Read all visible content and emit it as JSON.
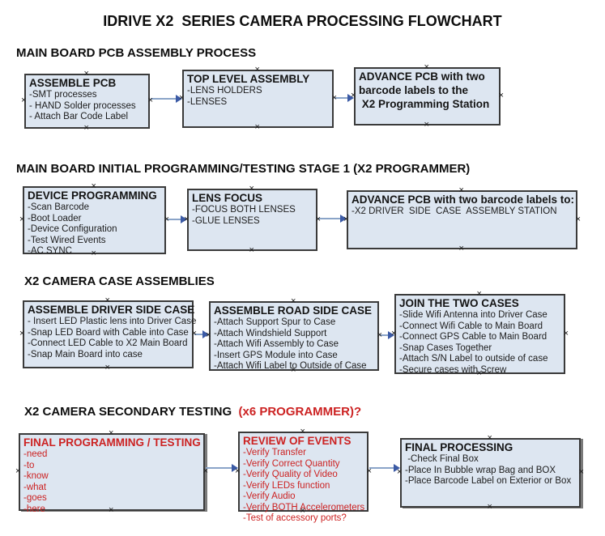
{
  "title": "IDRIVE X2  SERIES CAMERA PROCESSING FLOWCHART",
  "colors": {
    "box_fill": "#dde6f1",
    "box_border": "#3a3a3a",
    "arrow_shaft": "#8aa4c8",
    "arrow_head": "#3b5aa5",
    "red_text": "#cc2222"
  },
  "sections": [
    {
      "header": "MAIN BOARD PCB ASSEMBLY PROCESS",
      "boxes": [
        {
          "title": "ASSEMBLE PCB",
          "items": [
            "-SMT processes",
            "- HAND Solder processes",
            "- Attach Bar Code Label"
          ]
        },
        {
          "title": "TOP LEVEL ASSEMBLY",
          "items": [
            "-LENS HOLDERS",
            "-LENSES"
          ]
        },
        {
          "title": "ADVANCE PCB with two\nbarcode labels to the\n X2 Programming Station",
          "items": []
        }
      ]
    },
    {
      "header": "MAIN BOARD INITIAL PROGRAMMING/TESTING STAGE 1 (X2 PROGRAMMER)",
      "boxes": [
        {
          "title": "DEVICE PROGRAMMING",
          "items": [
            "-Scan Barcode",
            "-Boot Loader",
            "-Device Configuration",
            "-Test Wired Events",
            "-AC SYNC"
          ]
        },
        {
          "title": "LENS FOCUS",
          "items": [
            "-FOCUS BOTH LENSES",
            "-GLUE LENSES"
          ]
        },
        {
          "title": "ADVANCE PCB with two barcode labels to:",
          "items": [
            "-X2 DRIVER  SIDE  CASE  ASSEMBLY STATION"
          ]
        }
      ]
    },
    {
      "header": "X2 CAMERA CASE ASSEMBLIES",
      "boxes": [
        {
          "title": "ASSEMBLE DRIVER SIDE CASE",
          "items": [
            "- Insert LED Plastic lens into Driver Case",
            "-Snap LED Board with Cable into Case",
            "-Connect LED Cable to X2 Main Board",
            "-Snap Main Board into case"
          ]
        },
        {
          "title": "ASSEMBLE ROAD SIDE CASE",
          "items": [
            "-Attach Support Spur to Case",
            "-Attach Windshield Support",
            "-Attach Wifi Assembly to Case",
            "-Insert GPS Module into Case",
            "-Attach Wifi Label to Outside of Case"
          ]
        },
        {
          "title": "JOIN THE TWO CASES",
          "items": [
            "-Slide Wifi Antenna into Driver Case",
            "-Connect Wifi Cable to Main Board",
            "-Connect GPS Cable to Main Board",
            "-Snap Cases Together",
            "-Attach S/N Label to outside of case",
            "-Secure cases with Screw"
          ]
        }
      ]
    },
    {
      "header": "X2 CAMERA SECONDARY TESTING ",
      "header_red": " (x6 PROGRAMMER)?",
      "boxes": [
        {
          "title": "FINAL PROGRAMMING / TESTING",
          "items": [
            "-need",
            "-to",
            "-know",
            "-what",
            "-goes",
            "-here"
          ]
        },
        {
          "title": "REVIEW OF EVENTS",
          "items": [
            "-Verify Transfer",
            "-Verify Correct Quantity",
            "-Verify Quality of Video",
            "-Verify LEDs function",
            "-Verify Audio",
            "-Verify BOTH Accelerometers",
            "-Test of accessory ports?"
          ]
        },
        {
          "title": "FINAL PROCESSING",
          "items": [
            " -Check Final Box",
            "-Place In Bubble wrap Bag and BOX",
            "-Place Barcode Label on Exterior or Box"
          ]
        }
      ]
    }
  ]
}
